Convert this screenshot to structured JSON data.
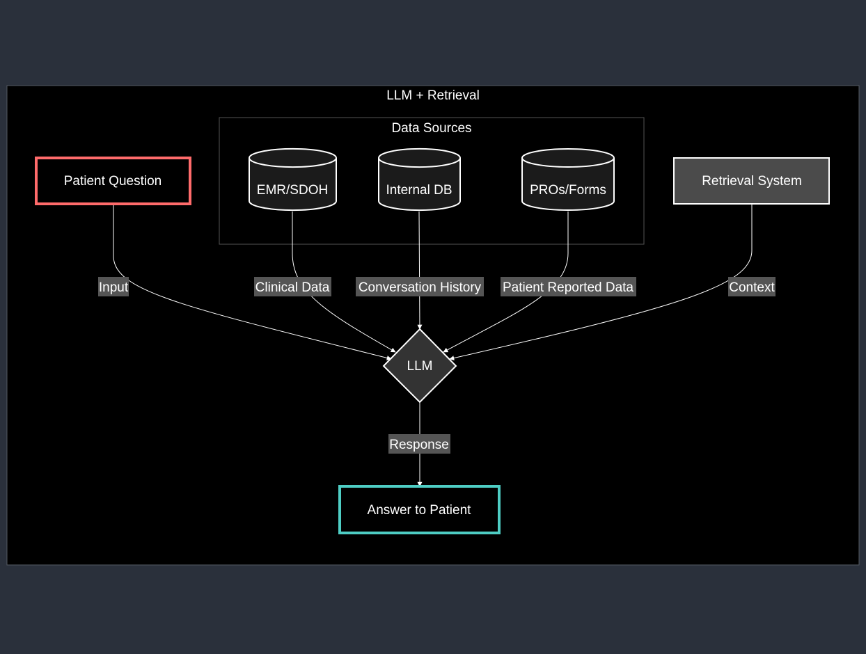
{
  "diagram": {
    "outer_group": {
      "label": "LLM + Retrieval"
    },
    "sources_group": {
      "label": "Data Sources"
    },
    "nodes": {
      "patient_question": {
        "label": "Patient Question",
        "border_color": "#ff6b6b"
      },
      "emr_sdoh": {
        "label": "EMR/SDOH"
      },
      "internal_db": {
        "label": "Internal DB"
      },
      "pros_forms": {
        "label": "PROs/Forms"
      },
      "retrieval_system": {
        "label": "Retrieval System"
      },
      "llm": {
        "label": "LLM"
      },
      "answer": {
        "label": "Answer to Patient",
        "border_color": "#4ecdc4"
      }
    },
    "edges": {
      "input": {
        "label": "Input"
      },
      "clinical_data": {
        "label": "Clinical Data"
      },
      "conversation_history": {
        "label": "Conversation History"
      },
      "patient_reported_data": {
        "label": "Patient Reported Data"
      },
      "context": {
        "label": "Context"
      },
      "response": {
        "label": "Response"
      }
    }
  }
}
